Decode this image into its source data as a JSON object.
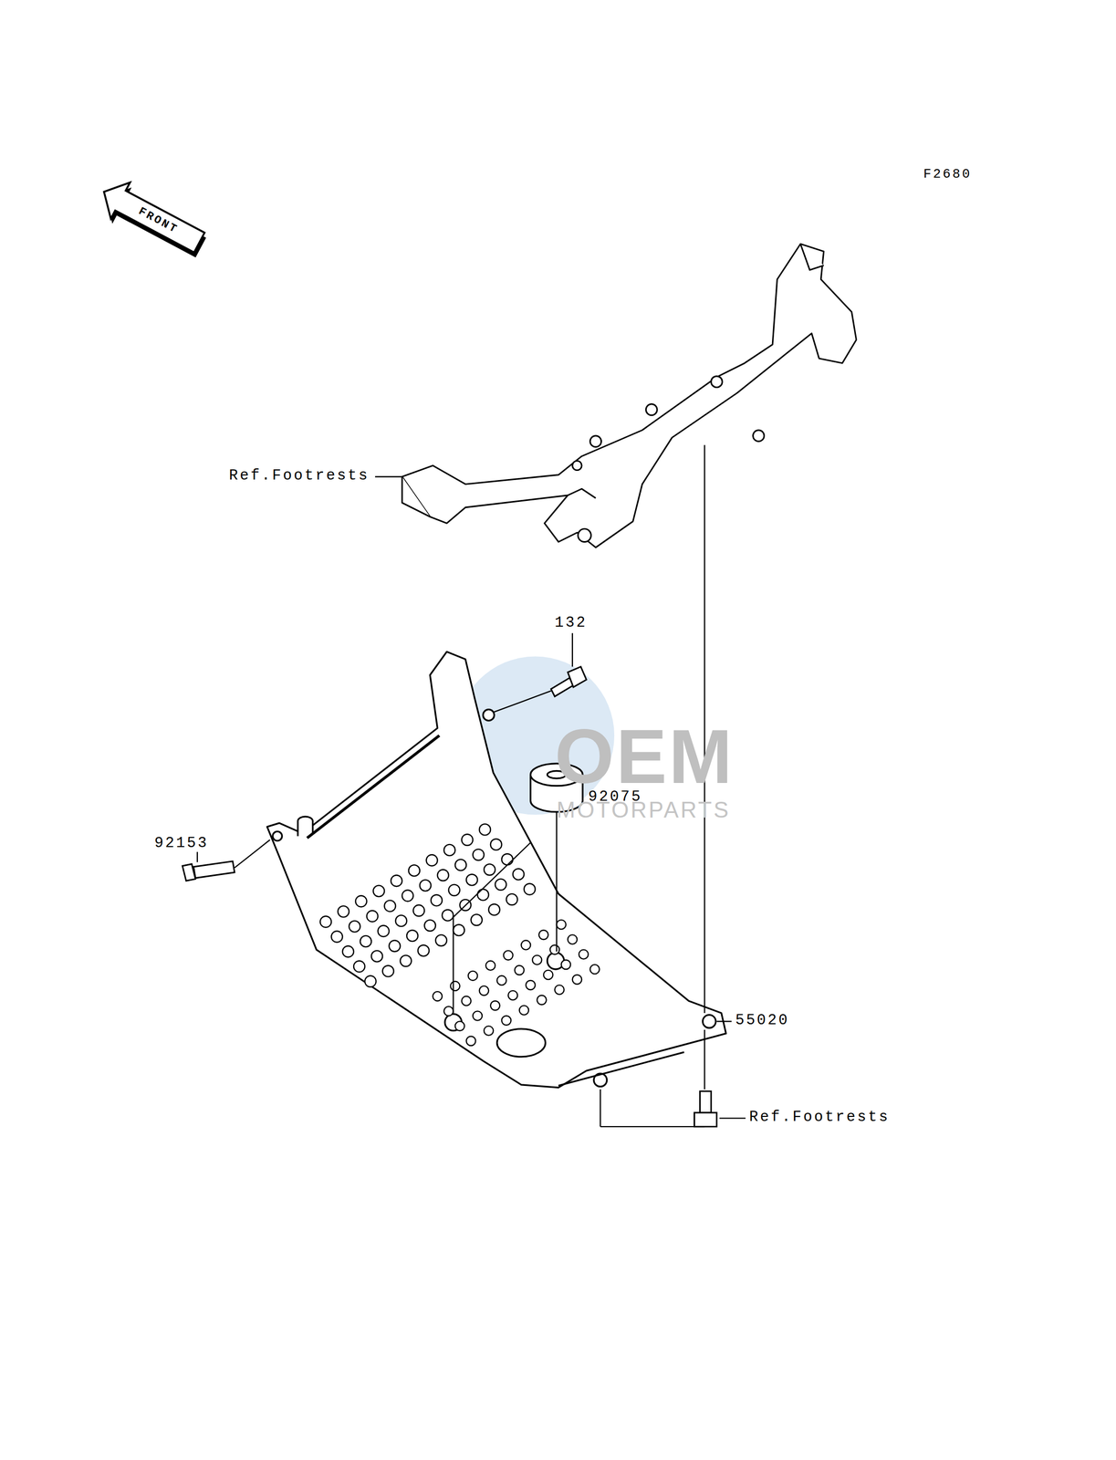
{
  "diagram": {
    "labels": [
      "F2680",
      "FRONT",
      "Ref.Footrests",
      "132",
      "92075",
      "92153",
      "55020",
      "Ref.Footrests",
      "OEM",
      "MOTORPARTS"
    ]
  }
}
